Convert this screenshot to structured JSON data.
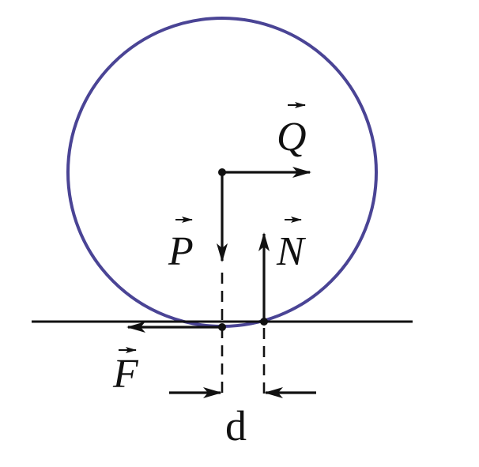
{
  "labels": {
    "force_q": "Q",
    "force_p": "P",
    "force_n": "N",
    "force_f": "F",
    "distance": "d"
  },
  "colors": {
    "circle": "#4a4495",
    "ink": "#111111"
  }
}
